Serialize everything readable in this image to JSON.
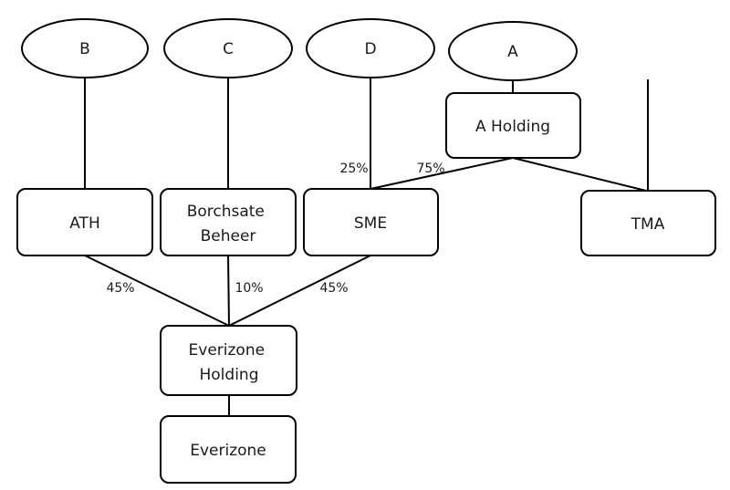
{
  "owners": [
    {
      "id": "B",
      "label": "B"
    },
    {
      "id": "C",
      "label": "C"
    },
    {
      "id": "D",
      "label": "D"
    },
    {
      "id": "A",
      "label": "A"
    }
  ],
  "entities": {
    "a_holding": [
      "A Holding"
    ],
    "ath": [
      "ATH"
    ],
    "borchsate": [
      "Borchsate",
      "Beheer"
    ],
    "sme": [
      "SME"
    ],
    "tma": [
      "TMA"
    ],
    "everizone_holding": [
      "Everizone",
      "Holding"
    ],
    "everizone": [
      "Everizone"
    ]
  },
  "percentages": {
    "d_to_sme": "25%",
    "aholding_to_sme": "75%",
    "ath_to_everizone_holding": "45%",
    "borchsate_to_everizone_holding": "10%",
    "sme_to_everizone_holding": "45%"
  }
}
